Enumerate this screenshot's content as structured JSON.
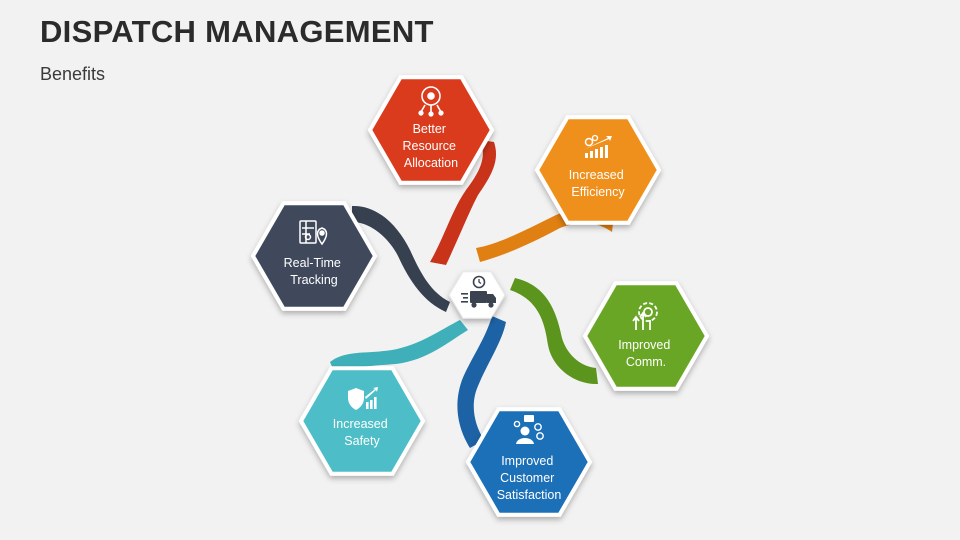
{
  "header": {
    "title": "DISPATCH MANAGEMENT",
    "subtitle": "Benefits"
  },
  "diagram": {
    "center_icon": "dispatch-truck-icon",
    "items": [
      {
        "key": "better-resource-allocation",
        "lines": [
          "Better",
          "Resource",
          "Allocation"
        ],
        "color": "#d93a1f",
        "icon": "network-head-icon"
      },
      {
        "key": "increased-efficiency",
        "lines": [
          "Increased",
          "Efficiency"
        ],
        "color": "#f0901e",
        "icon": "growth-gears-icon"
      },
      {
        "key": "improved-comm",
        "lines": [
          "Improved",
          "Comm."
        ],
        "color": "#6aa628",
        "icon": "gear-arrows-icon"
      },
      {
        "key": "improved-customer-satisfaction",
        "lines": [
          "Improved",
          "Customer",
          "Satisfaction"
        ],
        "color": "#1f6fb8",
        "icon": "customer-feedback-icon"
      },
      {
        "key": "increased-safety",
        "lines": [
          "Increased",
          "Safety"
        ],
        "color": "#4dbec7",
        "icon": "shield-chart-icon"
      },
      {
        "key": "real-time-tracking",
        "lines": [
          "Real-Time",
          "Tracking"
        ],
        "color": "#3f4a5c",
        "icon": "map-pin-icon"
      }
    ]
  }
}
